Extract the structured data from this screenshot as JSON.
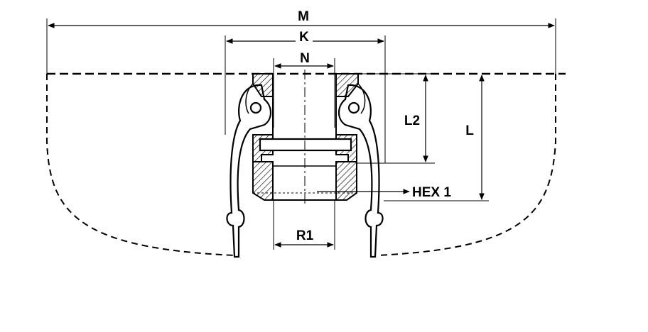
{
  "diagram": {
    "dimensions": {
      "overall_width": "M",
      "lever_span": "K",
      "bore": "N",
      "height_to_thread": "L2",
      "overall_height": "L",
      "hex": "HEX 1",
      "thread": "R1"
    },
    "colors": {
      "line": "#000000",
      "hatch": "#000000",
      "background": "#ffffff"
    }
  }
}
